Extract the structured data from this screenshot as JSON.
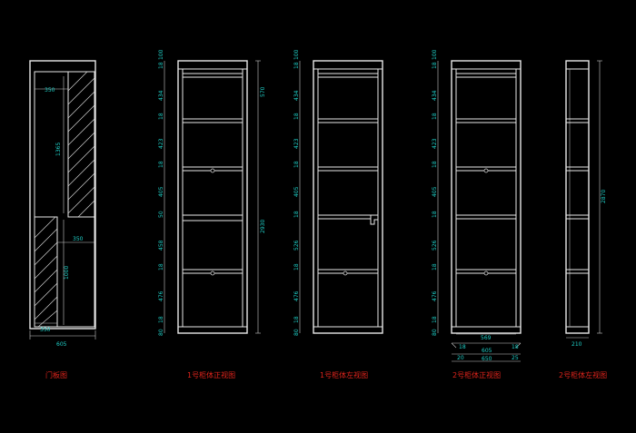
{
  "views": [
    {
      "title": "门板图"
    },
    {
      "title": "1号柜体正视图"
    },
    {
      "title": "1号柜体左视图"
    },
    {
      "title": "2号柜体正视图"
    },
    {
      "title": "2号柜体左视图"
    }
  ],
  "door_dims": {
    "top_width": "350",
    "upper_height": "1365",
    "mid_width": "350",
    "lower_height": "1000",
    "bottom_width": "350",
    "overall_width": "605"
  },
  "cab1_front_dims": {
    "stack": [
      "18",
      "100",
      "434",
      "18",
      "423",
      "18",
      "405",
      "50",
      "458",
      "18",
      "476",
      "18",
      "80"
    ],
    "upper_total": "570",
    "total": "2930"
  },
  "cab1_side_dims": {
    "stack": [
      "18",
      "100",
      "434",
      "18",
      "423",
      "18",
      "405",
      "18",
      "526",
      "18",
      "476",
      "18",
      "80"
    ]
  },
  "cab2_front_dims": {
    "stack": [
      "18",
      "100",
      "434",
      "18",
      "423",
      "18",
      "405",
      "18",
      "526",
      "18",
      "476",
      "18",
      "80"
    ],
    "inner_width": "569",
    "w605": "605",
    "w650": "650",
    "side18a": "18",
    "side18b": "18",
    "side20": "20",
    "side25": "25"
  },
  "cab2_side_dims": {
    "depth": "210",
    "total": "2870"
  }
}
